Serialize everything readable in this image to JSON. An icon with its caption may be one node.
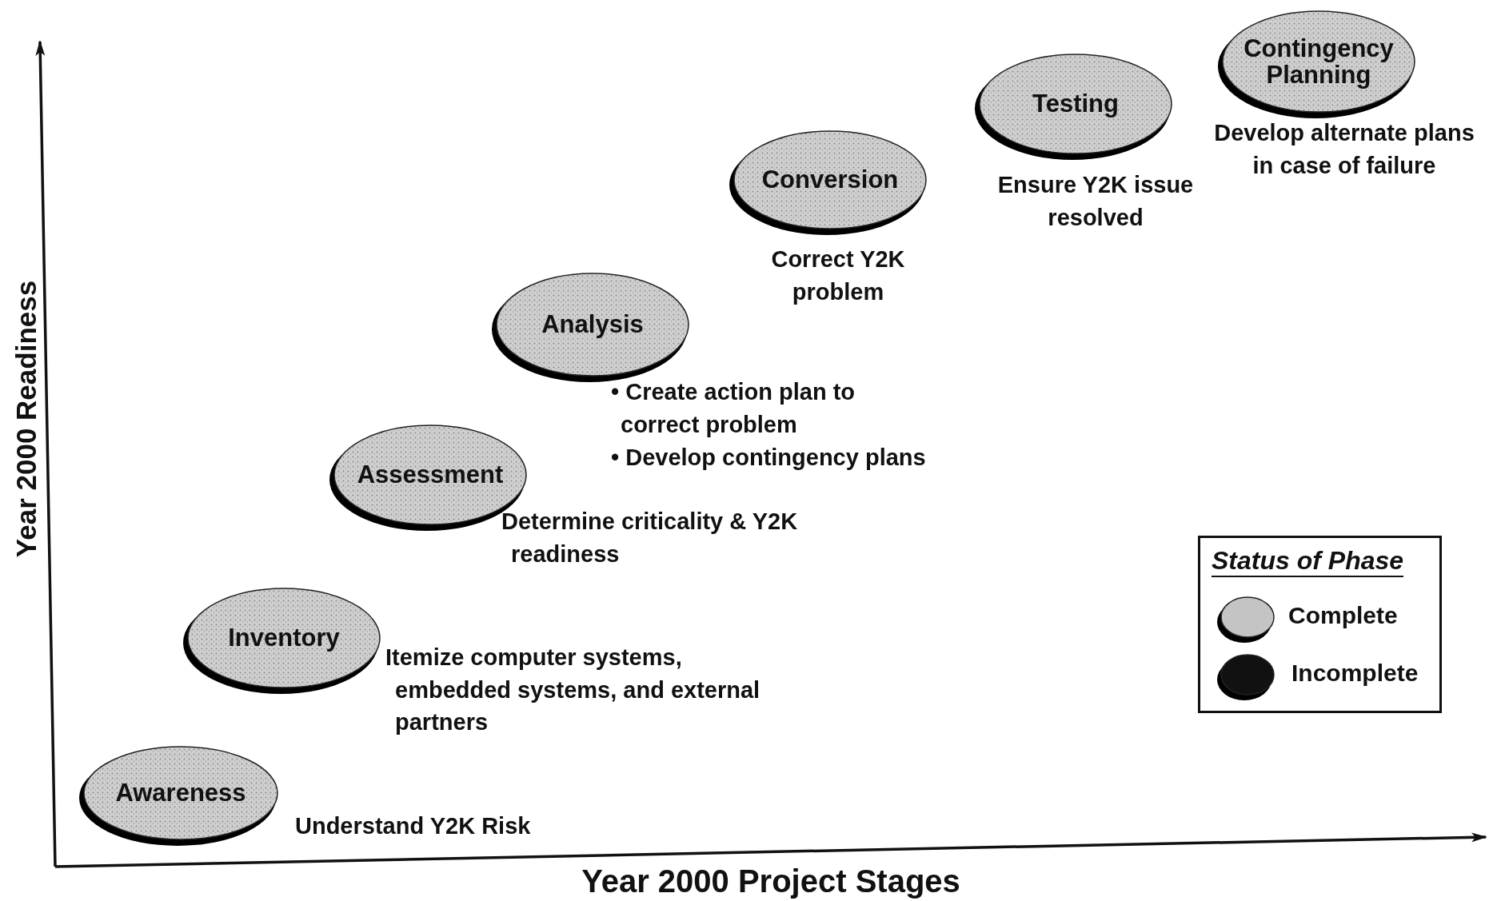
{
  "diagram": {
    "nodes": [
      {
        "text": [
          "Awareness"
        ],
        "beside": [
          "Understand Y2K Risk"
        ]
      },
      {
        "text": [
          "Inventory"
        ],
        "beside": [
          "Itemize computer systems, embedded systems, and external partners"
        ]
      },
      {
        "text": [
          "Assessment"
        ],
        "beside": [
          "Determine criticality & Y2K readiness"
        ]
      },
      {
        "text": [
          "Analysis"
        ],
        "beside": [
          "• Create action plan to correct problem",
          "• Develop contingency plans"
        ]
      },
      {
        "text": [
          "Conversion"
        ],
        "beside": [
          "Correct Y2K problem"
        ]
      },
      {
        "text": [
          "Testing"
        ],
        "beside": [
          "Ensure Y2K issue resolved"
        ]
      },
      {
        "text": [
          "Contingency Planning"
        ],
        "beside": [
          "Develop alternate plans in case of failure"
        ]
      }
    ],
    "labels": [
      "Year 2000 Readiness",
      "Year 2000 Project Stages",
      "Status of Phase"
    ],
    "legend": [
      {
        "text": "Complete",
        "color": "#c4c4c4"
      },
      {
        "text": "Incomplete",
        "color": "#111111"
      }
    ]
  }
}
